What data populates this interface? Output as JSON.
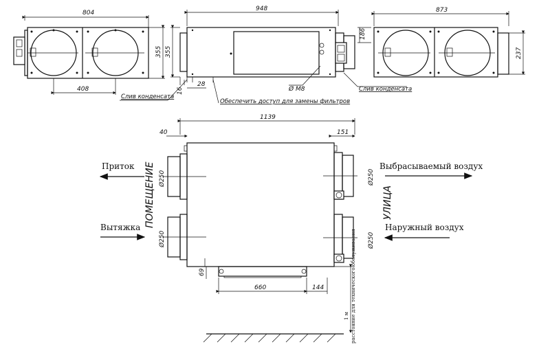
{
  "views": {
    "left": {
      "width_dim": "804",
      "bottom_dim": "408"
    },
    "front": {
      "width_dim": "948",
      "height_dim": "355",
      "small_dim1": "16",
      "small_dim2": "28",
      "bolt": "Ø M8"
    },
    "right": {
      "width_dim": "873",
      "height_dim": "237",
      "small_dim": "186"
    }
  },
  "notes": {
    "drain_left": "Слив конденсата",
    "filter_access": "Обеспечить доступ для замены фильтров",
    "drain_right": "Слив конденсата"
  },
  "plan": {
    "width_dim": "1139",
    "left_dim": "40",
    "right_dim": "151",
    "duct_dia": "Ø250",
    "bottom_dim": "660",
    "bottom_right_dim": "144",
    "bottom_left_dim": "69",
    "room_label": "ПОМЕЩЕНИЕ",
    "street_label": "УЛИЦА",
    "supply": "Приток",
    "exhaust": "Вытяжка",
    "discharge": "Выбрасываемый воздух",
    "outdoor": "Наружный воздух",
    "service_dist": "1 м",
    "service_note": "расстояние для технического обслуживания"
  }
}
